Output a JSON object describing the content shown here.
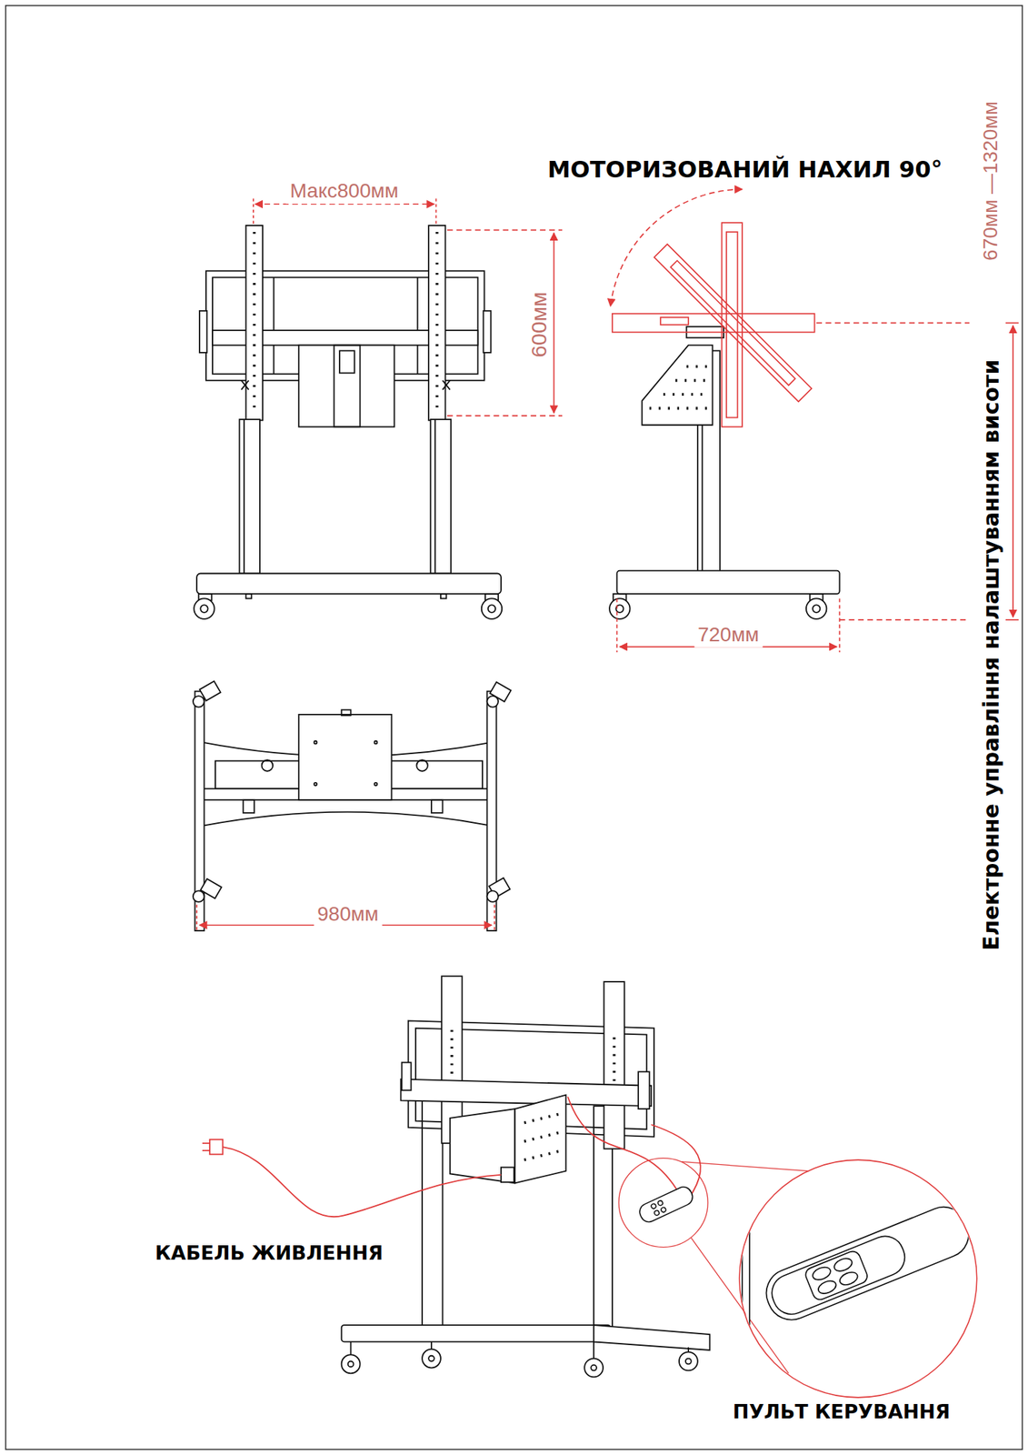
{
  "diagram": {
    "labels": [
      "Макс800мм",
      "600мм",
      "МОТОРИЗОВАНИЙ НАХИЛ 90°",
      "670мм —1320мм",
      "Електронне управління налаштуванням висоти",
      "720мм",
      "980мм",
      "КАБЕЛЬ ЖИВЛЕННЯ",
      "ПУЛЬТ КЕРУВАННЯ"
    ]
  }
}
